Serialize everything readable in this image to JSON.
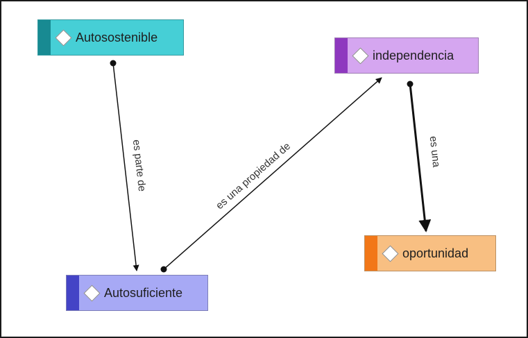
{
  "diagram": {
    "nodes": [
      {
        "id": "autosostenible",
        "label": "Autosostenible",
        "colors": {
          "fill": "#46cfd6",
          "stripe": "#188a92"
        },
        "icon": "diamond-icon"
      },
      {
        "id": "independencia",
        "label": "independencia",
        "colors": {
          "fill": "#d5a6f0",
          "stripe": "#8e38bf"
        },
        "icon": "diamond-icon"
      },
      {
        "id": "oportunidad",
        "label": "oportunidad",
        "colors": {
          "fill": "#f8bf82",
          "stripe": "#f27718"
        },
        "icon": "diamond-icon"
      },
      {
        "id": "autosuficiente",
        "label": "Autosuficiente",
        "colors": {
          "fill": "#a7a9f5",
          "stripe": "#4444c6"
        },
        "icon": "diamond-icon"
      }
    ],
    "edges": [
      {
        "from": "autosostenible",
        "to": "autosuficiente",
        "label": "es parte de"
      },
      {
        "from": "autosuficiente",
        "to": "independencia",
        "label": "es una propiedad de"
      },
      {
        "from": "independencia",
        "to": "oportunidad",
        "label": "es una"
      }
    ]
  }
}
